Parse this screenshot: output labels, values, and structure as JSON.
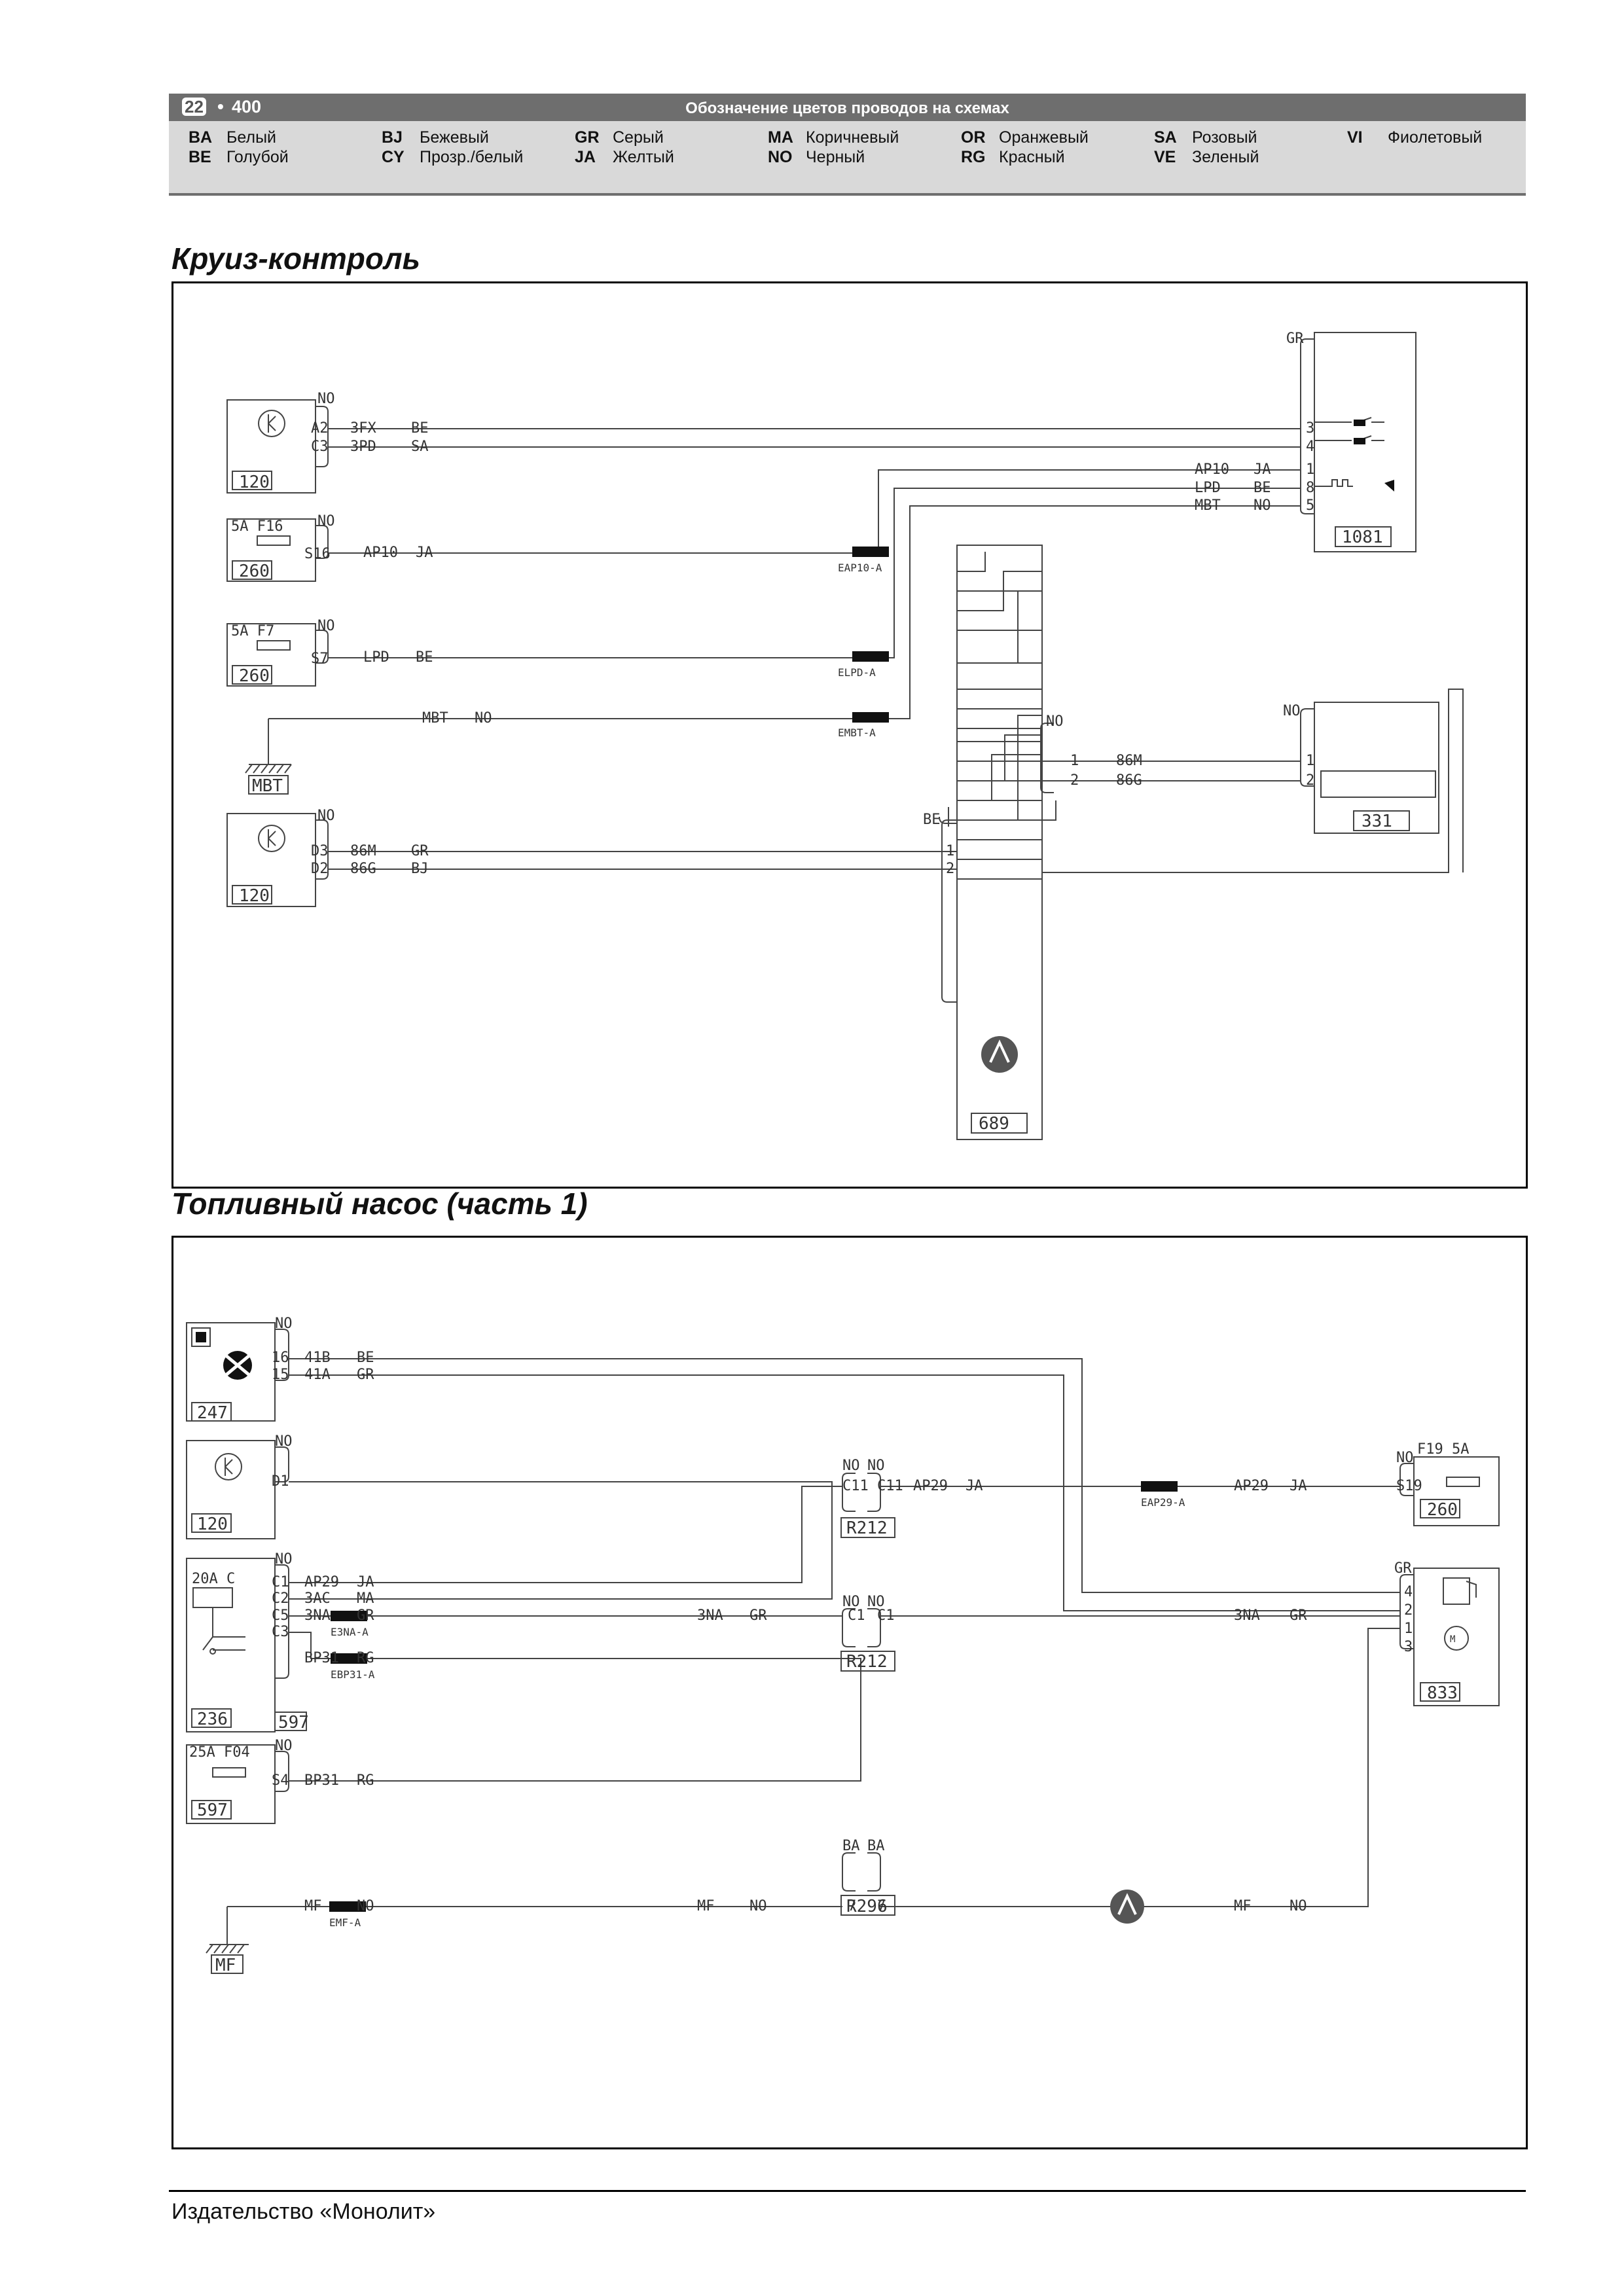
{
  "header": {
    "chapter": "22",
    "page": "400",
    "title": "Обозначение цветов проводов на схемах",
    "colors": [
      {
        "code": "BA",
        "name": "Белый"
      },
      {
        "code": "BE",
        "name": "Голубой"
      },
      {
        "code": "BJ",
        "name": "Бежевый"
      },
      {
        "code": "CY",
        "name": "Прозр./белый"
      },
      {
        "code": "GR",
        "name": "Серый"
      },
      {
        "code": "JA",
        "name": "Желтый"
      },
      {
        "code": "MA",
        "name": "Коричневый"
      },
      {
        "code": "NO",
        "name": "Черный"
      },
      {
        "code": "OR",
        "name": "Оранжевый"
      },
      {
        "code": "RG",
        "name": "Красный"
      },
      {
        "code": "SA",
        "name": "Розовый"
      },
      {
        "code": "VE",
        "name": "Зеленый"
      },
      {
        "code": "VI",
        "name": "Фиолетовый"
      }
    ]
  },
  "cruise": {
    "title": "Круиз-контроль",
    "labels": {
      "c120a": "120",
      "c260a": "260",
      "c260b": "260",
      "mbt": "MBT",
      "c120b": "120",
      "c1081": "1081",
      "c689": "689",
      "c331": "331",
      "f16": "5A   F16",
      "f7": "5A   F7",
      "no": "NO",
      "gr": "GR",
      "be": "BE",
      "a2": "A2",
      "c3": "C3",
      "s16": "S16",
      "s7": "S7",
      "d3": "D3",
      "d2": "D2",
      "p3": "3",
      "p4": "4",
      "p1": "1",
      "p8": "8",
      "p5": "5",
      "p1b": "1",
      "p2b": "2",
      "w3fx": "3FX",
      "w3pd": "3PD",
      "wap10": "AP10",
      "wlpd": "LPD",
      "wmbt": "MBT",
      "w86m": "86M",
      "w86g": "86G",
      "cbe": "BE",
      "csa": "SA",
      "cja": "JA",
      "cno": "NO",
      "cgr": "GR",
      "cbj": "BJ",
      "eap10": "EAP10-A",
      "elpd": "ELPD-A",
      "embt": "EMBT-A"
    }
  },
  "fuel": {
    "title": "Топливный насос (часть 1)",
    "labels": {
      "c247": "247",
      "c120": "120",
      "c236": "236",
      "c597a": "597",
      "c597b": "597",
      "c260": "260",
      "c833": "833",
      "mf": "MF",
      "r212a": "R212",
      "r212b": "R212",
      "r296": "R296",
      "f19": "F19   5A",
      "f04": "25A  F04",
      "a20": "20A    C",
      "no": "NO",
      "gr": "GR",
      "ba": "BA",
      "p16": "16",
      "p15": "15",
      "d1": "D1",
      "c1": "C1",
      "c2": "C2",
      "c5": "C5",
      "c3": "C3",
      "s4": "S4",
      "s19": "S19",
      "c11": "C11",
      "p7": "7",
      "p4": "4",
      "p2": "2",
      "p1": "1",
      "p3": "3",
      "w41b": "41B",
      "w41a": "41A",
      "wap29": "AP29",
      "w3ac": "3AC",
      "w3na": "3NA",
      "wbp31": "BP31",
      "wmf": "MF",
      "cbe": "BE",
      "cgr": "GR",
      "cja": "JA",
      "cma": "MA",
      "crg": "RG",
      "cno": "NO",
      "eap29": "EAP29-A",
      "e3na": "E3NA-A",
      "ebp31": "EBP31-A",
      "emf": "EMF-A"
    }
  },
  "footer": "Издательство «Монолит»"
}
